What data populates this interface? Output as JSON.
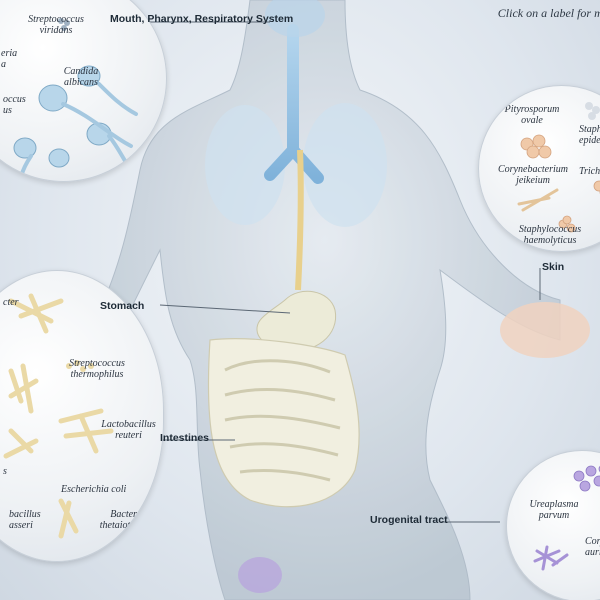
{
  "header": {
    "hint": "Click on a label for more info"
  },
  "regions": {
    "mouth": "Mouth, Pharynx, Respiratory System",
    "stomach": "Stomach",
    "intestines": "Intestines",
    "skin": "Skin",
    "urogenital": "Urogenital tract"
  },
  "microbes": {
    "mouth": {
      "strep_viridans": "Streptococcus viridans",
      "neisseria": "eria\na",
      "candida": "Candida albicans",
      "partial": "occus\nus"
    },
    "skin": {
      "pityrosporum": "Pityrosporum ovale",
      "staph_epi": "Staphylo\nepiderm",
      "corynebacterium": "Corynebacterium jeikeium",
      "trichospor": "Trichospor",
      "staph_haem": "Staphylococcus haemolyticus"
    },
    "intestine": {
      "partial_top": "cter",
      "strep_thermo": "Streptococcus thermophilus",
      "lacto_reuteri": "Lactobacillus reuteri",
      "ecoli": "Escherichia coli",
      "bacteroides": "Bacteroides thetaiotaomicron",
      "lacto_gasseri": "bacillus\nasseri",
      "partial_left": "s"
    },
    "urogenital": {
      "ureaplasma": "Ureaplasma parvum",
      "coryne_auris": "Corynebac\naurimuco"
    }
  },
  "colors": {
    "body": "#c7d2dc",
    "airway": "#9cc6e6",
    "gut": "#f1efe0",
    "candida": "#b8d6ea",
    "skin_cocci": "#f0c9a8",
    "rods": "#ead9a6",
    "urea": "#b9a6e0"
  }
}
